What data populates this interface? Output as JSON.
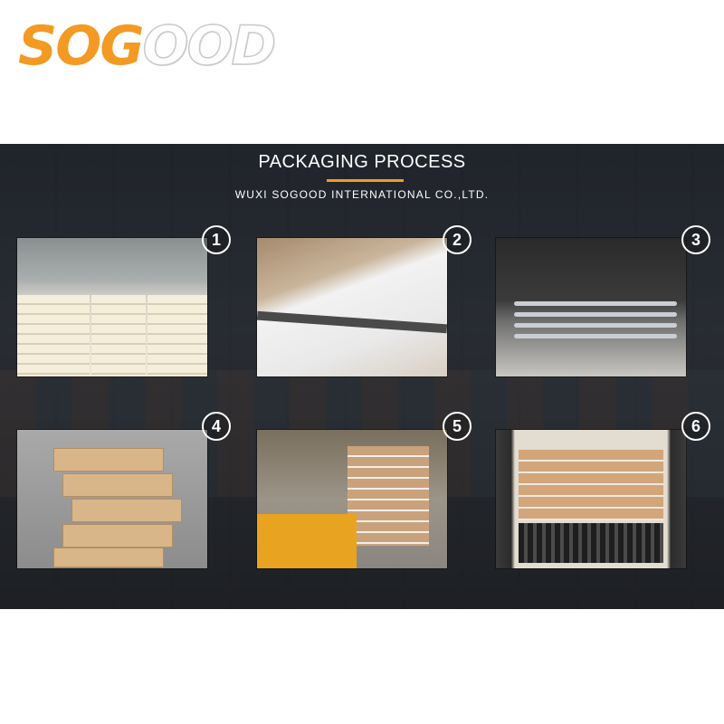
{
  "brand": {
    "logo_part1": "SOG",
    "logo_part2": "OOD",
    "accent_color": "#f39a24"
  },
  "banner": {
    "title": "PACKAGING PROCESS",
    "subtitle": "WUXI SOGOOD INTERNATIONAL CO.,LTD."
  },
  "steps": [
    {
      "number": "1"
    },
    {
      "number": "2"
    },
    {
      "number": "3"
    },
    {
      "number": "4"
    },
    {
      "number": "5"
    },
    {
      "number": "6"
    }
  ]
}
